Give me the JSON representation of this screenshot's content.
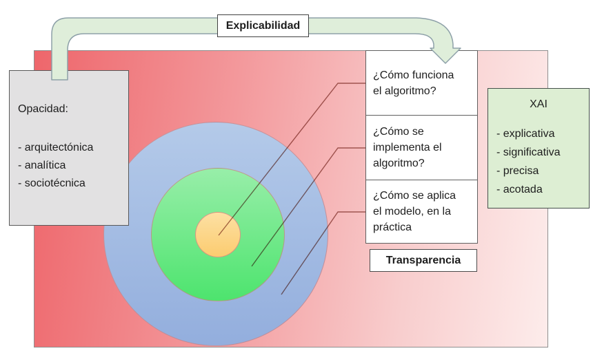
{
  "figure": {
    "explicability_label": "Explicabilidad",
    "transparency_label": "Transparencia",
    "opacity_box": {
      "title": "Opacidad:",
      "items": [
        "- arquitectónica",
        "- analítica",
        "- sociotécnica"
      ]
    },
    "question_boxes": [
      "¿Cómo funciona el algoritmo?",
      "¿Cómo se implementa el algoritmo?",
      "¿Cómo se aplica el modelo, en la práctica"
    ],
    "xai_box": {
      "title": "XAI",
      "items": [
        "- explicativa",
        "- significativa",
        "- precisa",
        "- acotada"
      ]
    },
    "colors": {
      "background_red": "#ee666b",
      "background_pale": "#fdeceb",
      "outer_circle_blue": "#a3bce3",
      "middle_circle_green": "#63e881",
      "inner_circle_orange": "#fcd585",
      "arrow_green": "#dfeeda",
      "xai_green": "#ddeed3",
      "opacity_grey": "#e2e1e2"
    }
  }
}
